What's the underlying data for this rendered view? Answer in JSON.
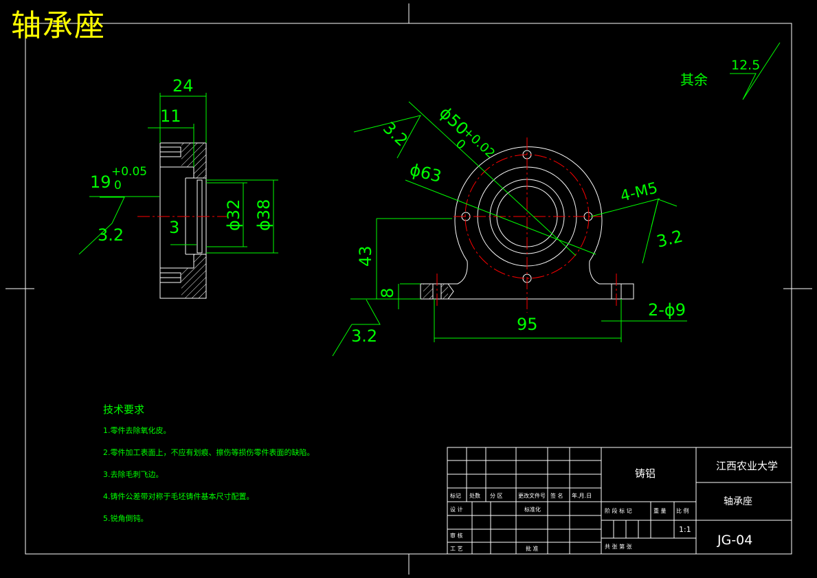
{
  "title": "轴承座",
  "surface_finish": {
    "rest_label": "其余",
    "rest_value": "12.5"
  },
  "side_view": {
    "dim_24": "24",
    "dim_11": "11",
    "dim_19": "19",
    "tol_upper": "+0.05",
    "tol_lower": "0",
    "rough_left": "3.2",
    "dim_3": "3",
    "dia_32": "ϕ32",
    "dia_38": "ϕ38"
  },
  "front_view": {
    "rough_top": "3.2",
    "dia_50": "ϕ50",
    "dia_50_tol_upper": "+0.02",
    "dia_50_tol_lower": "0",
    "dia_63": "ϕ63",
    "thread": "4-M5",
    "rough_right": "3.2",
    "dim_43": "43",
    "dim_8": "8",
    "dim_95": "95",
    "holes": "2-ϕ9",
    "rough_bottom": "3.2"
  },
  "tech_requirements": {
    "heading": "技术要求",
    "items": [
      "1.零件去除氧化皮。",
      "2.零件加工表面上，不应有划痕、擦伤等损伤零件表面的缺陷。",
      "3.去除毛刺飞边。",
      "4.铸件公差带对称于毛坯铸件基本尺寸配置。",
      "5.锐角倒钝。"
    ]
  },
  "title_block": {
    "material": "铸铝",
    "university": "江西农业大学",
    "part_name": "轴承座",
    "drawing_no": "JG-04",
    "scale": "1:1",
    "row_labels_left": [
      "标记",
      "处数",
      "分 区",
      "更改文件号",
      "签 名",
      "年.月.日"
    ],
    "design": "设 计",
    "standardize": "标准化",
    "review": "审 核",
    "process": "工 艺",
    "approve": "批 准",
    "stage_label": "阶 段 标 记",
    "weight_label": "重 量",
    "scale_label": "比 例",
    "sheet_label": "共    张    第    张"
  },
  "colors": {
    "lines": "#ffffff",
    "dimensions": "#00ff00",
    "center": "#ff0000",
    "title": "#ffff00"
  }
}
